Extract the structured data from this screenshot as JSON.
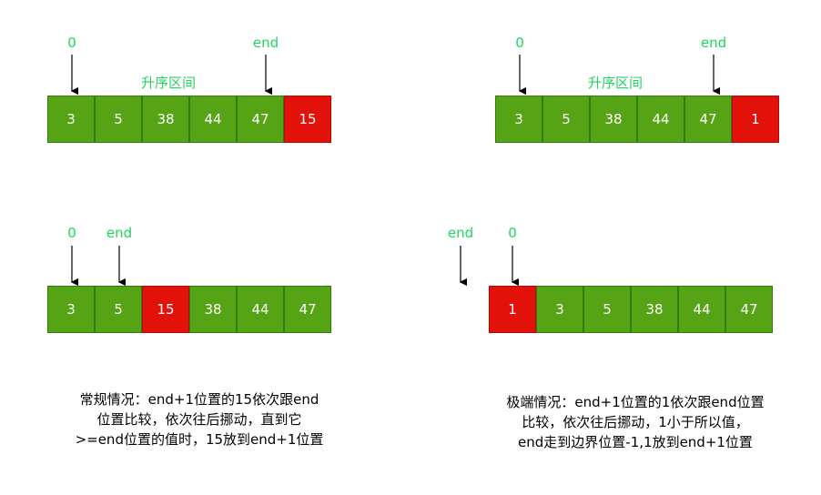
{
  "panel_top_left": {
    "index_start": "0",
    "index_end": "end",
    "region_label": "升序区间",
    "cells": [
      "3",
      "5",
      "38",
      "44",
      "47",
      "15"
    ]
  },
  "panel_top_right": {
    "index_start": "0",
    "index_end": "end",
    "region_label": "升序区间",
    "cells": [
      "3",
      "5",
      "38",
      "44",
      "47",
      "1"
    ]
  },
  "panel_bottom_left": {
    "index_start": "0",
    "index_end": "end",
    "cells": [
      "3",
      "5",
      "15",
      "38",
      "44",
      "47"
    ]
  },
  "panel_bottom_right": {
    "index_start": "0",
    "index_end": "end",
    "cells": [
      "1",
      "3",
      "5",
      "38",
      "44",
      "47"
    ]
  },
  "caption_left": {
    "line1": "常规情况：end+1位置的15依次跟end",
    "line2": "位置比较，依次往后挪动，直到它",
    "line3": ">=end位置的值时，15放到end+1位置"
  },
  "caption_right": {
    "line1": "极端情况：end+1位置的1依次跟end位置",
    "line2": "比较，依次往后挪动，1小于所以值，",
    "line3": "end走到边界位置-1,1放到end+1位置"
  },
  "colors": {
    "cell_green": "#56a316",
    "cell_red": "#e2120a",
    "label_green": "#1ed760"
  }
}
